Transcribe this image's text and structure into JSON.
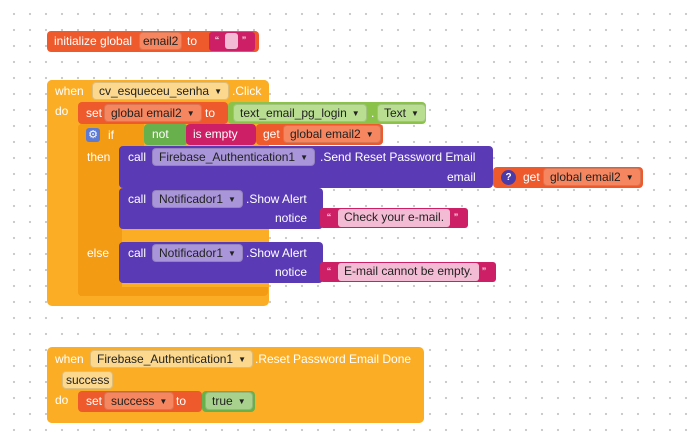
{
  "init_block": {
    "label": "initialize global",
    "var_name": "email2",
    "to": "to",
    "value": ""
  },
  "click_event": {
    "when": "when",
    "component": "cv_esqueceu_senha",
    "event": ".Click",
    "do": "do",
    "set": "set",
    "set_var": "global email2",
    "to": "to",
    "textbox": "text_email_pg_login",
    "prop": "Text",
    "if": "if",
    "not": "not",
    "is_empty": "is empty",
    "get": "get",
    "get_var": "global email2",
    "then": "then",
    "else": "else",
    "call": "call",
    "firebase_component": "Firebase_Authentication1",
    "firebase_method": ".Send Reset Password Email",
    "email_param": "email",
    "email_get": "get",
    "email_get_var": "global email2",
    "notifier1": "Notificador1",
    "show_alert1": ".Show Alert",
    "notice1": "notice",
    "message1": "Check your e-mail.",
    "notifier2": "Notificador1",
    "show_alert2": ".Show Alert",
    "notice2": "notice",
    "message2": "E-mail cannot be empty."
  },
  "done_event": {
    "when": "when",
    "component": "Firebase_Authentication1",
    "event": ".Reset Password Email Done",
    "param": "success",
    "do": "do",
    "set": "set",
    "set_var": "success",
    "to": "to",
    "value": "true"
  },
  "colors": {
    "event": "#fbae25",
    "variable": "#ef5a2d",
    "component_call": "#5b3bb5",
    "logic": "#68b04b",
    "text": "#cd1f65",
    "component_getter": "#8bc34a"
  }
}
